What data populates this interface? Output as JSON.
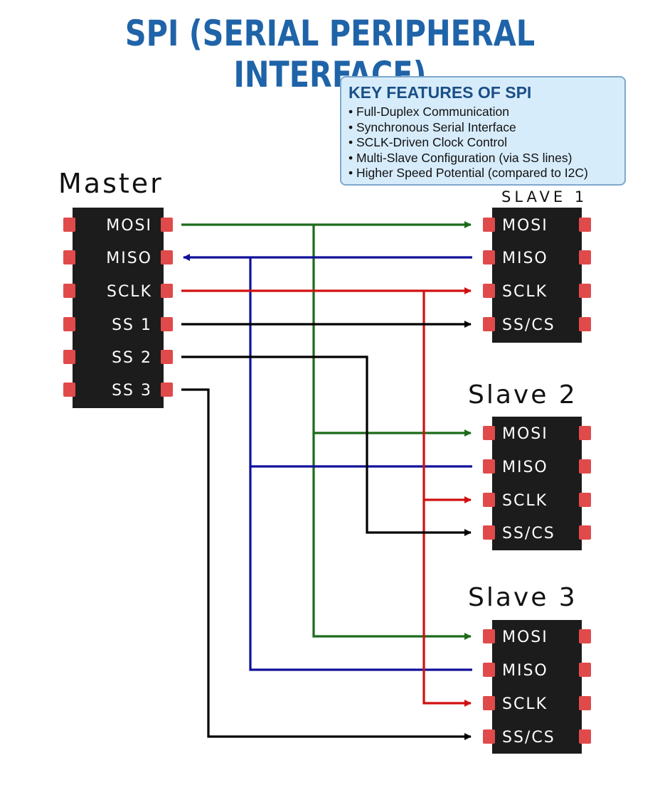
{
  "title": "SPI (SERIAL PERIPHERAL INTERFACE)",
  "features": {
    "heading": "KEY FEATURES OF SPI",
    "items": [
      "Full-Duplex Communication",
      "Synchronous Serial Interface",
      "SCLK-Driven Clock Control",
      "Multi-Slave Configuration (via SS lines)",
      "Higher Speed Potential (compared to I2C)"
    ]
  },
  "master": {
    "label": "Master",
    "pins": [
      "MOSI",
      "MISO",
      "SCLK",
      "SS 1",
      "SS 2",
      "SS 3"
    ]
  },
  "slaves": [
    {
      "label": "SLAVE 1",
      "pins": [
        "MOSI",
        "MISO",
        "SCLK",
        "SS/CS"
      ]
    },
    {
      "label": "Slave 2",
      "pins": [
        "MOSI",
        "MISO",
        "SCLK",
        "SS/CS"
      ]
    },
    {
      "label": "Slave 3",
      "pins": [
        "MOSI",
        "MISO",
        "SCLK",
        "SS/CS"
      ]
    }
  ],
  "colors": {
    "title": "#1f63a8",
    "mosi": "#1c6b1c",
    "miso": "#10109a",
    "sclk": "#d01010",
    "ss": "#000000",
    "chip": "#1c1c1c",
    "pin": "#e04a4a"
  }
}
